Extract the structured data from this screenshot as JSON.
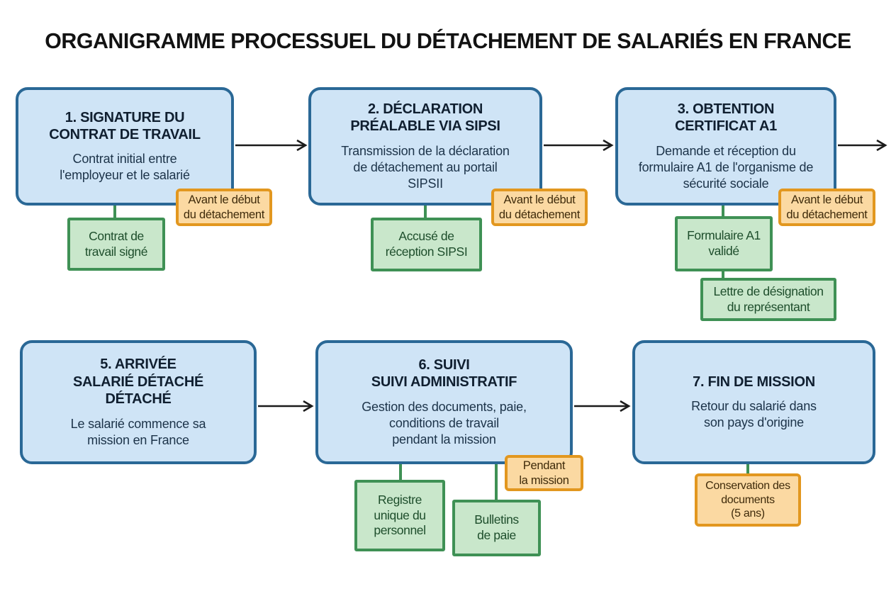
{
  "diagram": {
    "title": "ORGANIGRAMME PROCESSUEL DU DÉTACHEMENT DE SALARIÉS EN FRANCE",
    "steps": [
      {
        "title": "1. SIGNATURE DU\nCONTRAT DE TRAVAIL",
        "body": "Contrat initial entre\nl'employeur et le salarié"
      },
      {
        "title": "2. DÉCLARATION\nPRÉALABLE VIA SIPSI",
        "body": "Transmission de la déclaration\nde détachement au portail\nSIPSII"
      },
      {
        "title": "3. OBTENTION\nCERTIFICAT A1",
        "body": "Demande et réception du\nformulaire A1 de l'organisme de\nsécurité sociale"
      },
      {
        "title": "5. ARRIVÉE\nSALARIÉ DÉTACHÉ\nDÉTACHÉ",
        "body": "Le salarié commence sa\nmission en France"
      },
      {
        "title": "6. SUIVI\nSUIVI ADMINISTRATIF",
        "body": "Gestion des documents, paie,\nconditions de travail\npendant la mission"
      },
      {
        "title": "7. FIN DE MISSION",
        "body": "Retour du salarié dans\nson pays d'origine"
      }
    ],
    "documents": [
      "Contrat de\ntravail signé",
      "Accusé de\nréception SIPSI",
      "Formulaire A1\nvalidé",
      "Lettre de désignation\ndu représentant",
      "Registre\nunique du\npersonnel",
      "Bulletins\nde paie"
    ],
    "timing_badges": [
      "Avant le début\ndu détachement",
      "Avant le début\ndu détachement",
      "Avant le début\ndu détachement",
      "Pendant\nla mission",
      "Conservation des\ndocuments\n(5 ans)"
    ],
    "colors": {
      "step_fill": "#cfe4f6",
      "step_border": "#2a6896",
      "document_fill": "#c9e7cb",
      "document_border": "#3f9155",
      "badge_fill": "#fbd9a2",
      "badge_border": "#e2971f",
      "arrow": "#1b1b1b",
      "title_text": "#121212"
    }
  }
}
